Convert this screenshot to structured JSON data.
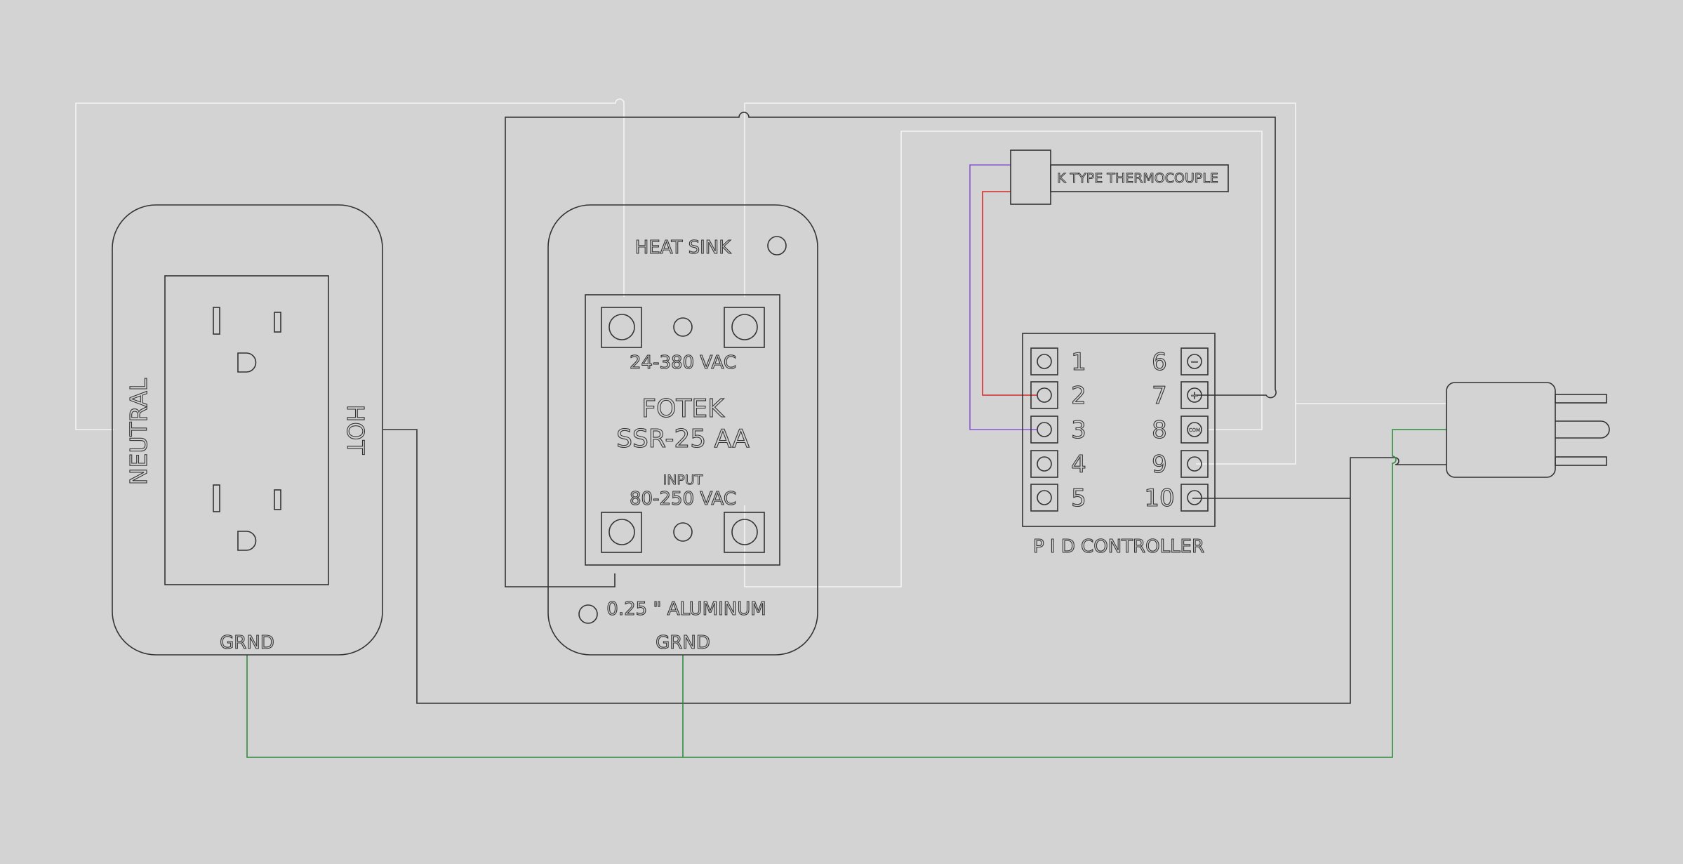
{
  "outlet": {
    "neutral_label": "NEUTRAL",
    "hot_label": "HOT",
    "ground_label": "GRND"
  },
  "ssr": {
    "heat_sink_label": "HEAT SINK",
    "load_voltage_label": "24-380 VAC",
    "brand_label": "FOTEK",
    "model_label": "SSR-25 AA",
    "input_label": "INPUT",
    "input_voltage_label": "80-250 VAC",
    "plate_label": "0.25 \" ALUMINUM",
    "ground_label": "GRND"
  },
  "thermocouple": {
    "label": "K TYPE THERMOCOUPLE"
  },
  "pid": {
    "label": "P I D CONTROLLER",
    "left_terminals": [
      "1",
      "2",
      "3",
      "4",
      "5"
    ],
    "right_terminals": [
      "6",
      "7",
      "8",
      "9",
      "10"
    ],
    "terminal_6_symbol": "−",
    "terminal_7_symbol": "+",
    "terminal_8_symbol": "COM"
  },
  "colors": {
    "background": "#d3d3d3",
    "outline": "#333333",
    "white_wire": "#f4f4f4",
    "ground_wire": "#2e8b3e",
    "thermocouple_positive": "#d42a2a",
    "thermocouple_negative": "#8a55d8"
  }
}
